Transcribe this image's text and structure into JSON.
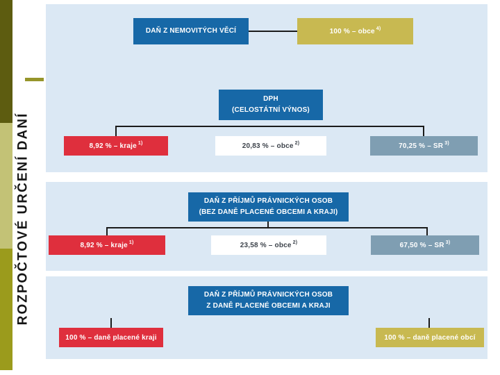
{
  "sidebar": {
    "title": "ROZPOČTOVÉ URČENÍ DANÍ",
    "accent_colors": {
      "bar_top": "#5d5c10",
      "bar_middle": "#c3c276",
      "bar_bottom": "#9b9b1c",
      "dash": "#96952a"
    }
  },
  "diagram": {
    "colors": {
      "panel_background": "#dbe8f4",
      "header_blue": "#1768a7",
      "red": "#df2f3d",
      "gold": "#c8b951",
      "slate_blue": "#7f9eb2",
      "white_box": "#ffffff",
      "connector": "#1a1a1a"
    },
    "sections": [
      {
        "header": {
          "lines": [
            "DAŇ Z NEMOVITÝCH VĚCÍ"
          ]
        },
        "children": [
          {
            "label": "100 % – obce",
            "sup": "4)"
          }
        ]
      },
      {
        "header": {
          "lines": [
            "DPH",
            "(CELOSTÁTNÍ VÝNOS)"
          ]
        },
        "children": [
          {
            "label": "8,92 % – kraje",
            "sup": "1)"
          },
          {
            "label": "20,83 % – obce",
            "sup": "2)"
          },
          {
            "label": "70,25 % – SR",
            "sup": "3)"
          }
        ]
      },
      {
        "header": {
          "lines": [
            "DAŇ Z PŘÍJMŮ PRÁVNICKÝCH OSOB",
            "(BEZ DANĚ PLACENÉ OBCEMI A KRAJI)"
          ]
        },
        "children": [
          {
            "label": "8,92 % – kraje",
            "sup": "1)"
          },
          {
            "label": "23,58 % – obce",
            "sup": "2)"
          },
          {
            "label": "67,50 % – SR",
            "sup": "3)"
          }
        ]
      },
      {
        "header": {
          "lines": [
            "DAŇ Z PŘÍJMŮ PRÁVNICKÝCH OSOB",
            "Z DANĚ PLACENÉ OBCEMI A KRAJI"
          ]
        },
        "children": [
          {
            "label": "100 % – daně placené kraji",
            "sup": ""
          },
          {
            "label": "100 % – daně placené obcí",
            "sup": ""
          }
        ]
      }
    ]
  }
}
